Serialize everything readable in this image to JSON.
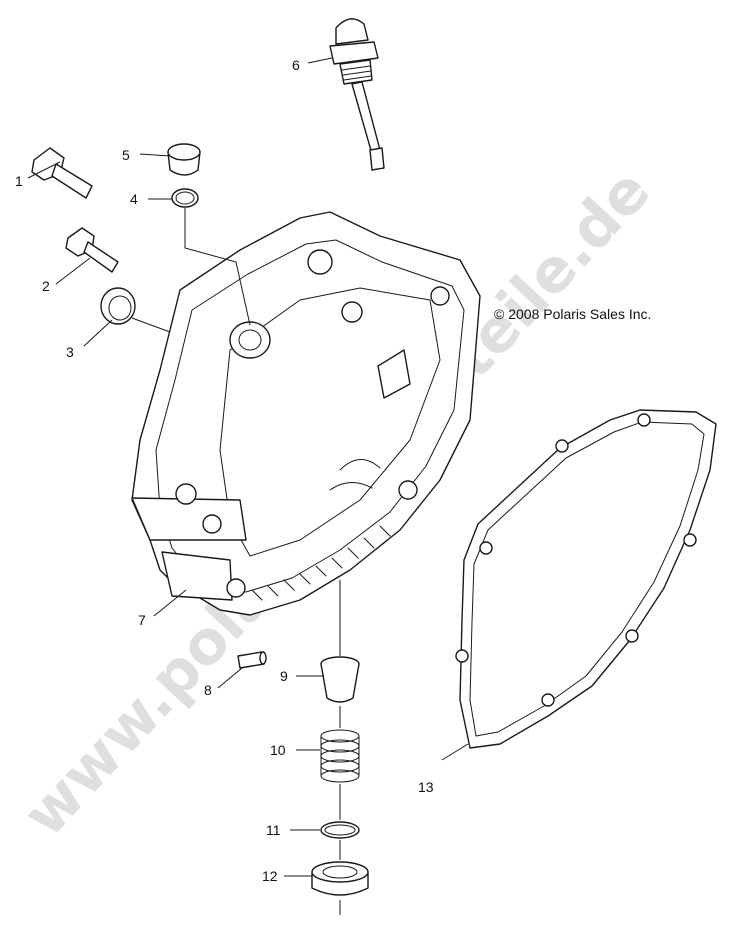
{
  "copyright": "© 2008 Polaris Sales Inc.",
  "watermark": "www.polarisersatzteile.de",
  "callouts": [
    {
      "id": "1",
      "label": "1"
    },
    {
      "id": "2",
      "label": "2"
    },
    {
      "id": "3",
      "label": "3"
    },
    {
      "id": "4",
      "label": "4"
    },
    {
      "id": "5",
      "label": "5"
    },
    {
      "id": "6",
      "label": "6"
    },
    {
      "id": "7",
      "label": "7"
    },
    {
      "id": "8",
      "label": "8"
    },
    {
      "id": "9",
      "label": "9"
    },
    {
      "id": "10",
      "label": "10"
    },
    {
      "id": "11",
      "label": "11"
    },
    {
      "id": "12",
      "label": "12"
    },
    {
      "id": "13",
      "label": "13"
    }
  ]
}
